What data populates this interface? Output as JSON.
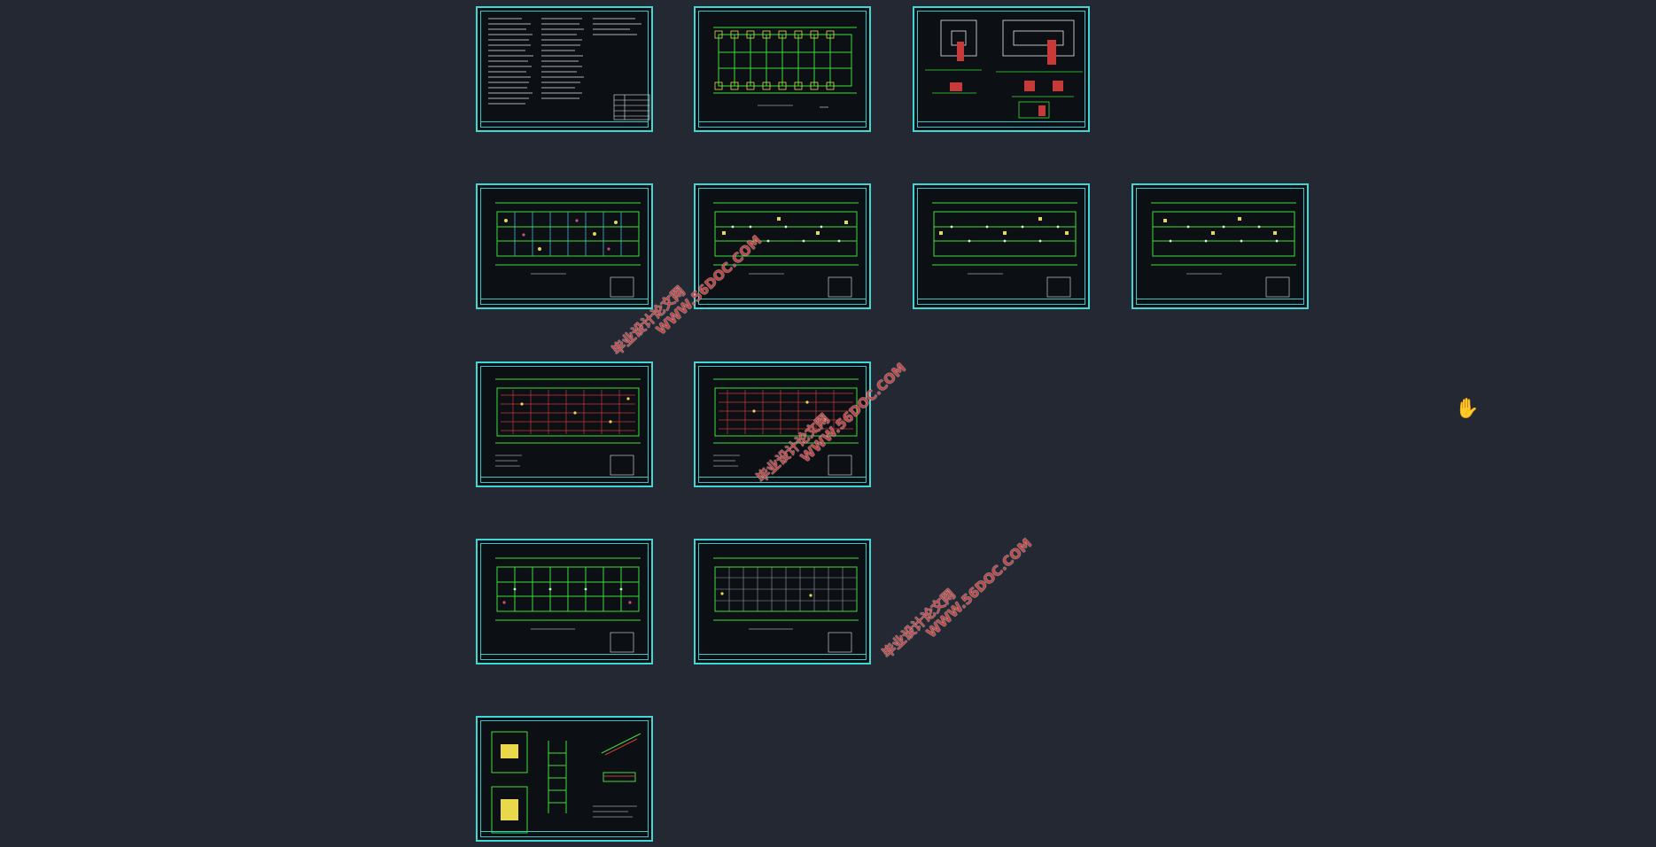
{
  "app": {
    "background_color": "#232832",
    "frame_color": "#3fd6d6",
    "line_color": "#38e038"
  },
  "sheets": [
    {
      "id": "general-notes",
      "kind": "notes"
    },
    {
      "id": "foundation-layout",
      "kind": "foundation"
    },
    {
      "id": "footing-details",
      "kind": "detail"
    },
    {
      "id": "floor-plan-1",
      "kind": "plan"
    },
    {
      "id": "floor-plan-2",
      "kind": "plan"
    },
    {
      "id": "floor-plan-3",
      "kind": "plan"
    },
    {
      "id": "floor-plan-4",
      "kind": "plan"
    },
    {
      "id": "slab-reinforcement-1",
      "kind": "rebar"
    },
    {
      "id": "slab-reinforcement-2",
      "kind": "rebar"
    },
    {
      "id": "beam-layout-1",
      "kind": "beam"
    },
    {
      "id": "roof-layout",
      "kind": "grid"
    },
    {
      "id": "stair-details",
      "kind": "stair"
    }
  ],
  "watermarks": [
    {
      "line1": "毕业设计论文网",
      "line2": "WWW.56DOC.COM"
    },
    {
      "line1": "毕业设计论文网",
      "line2": "WWW.56DOC.COM"
    },
    {
      "line1": "毕业设计论文网",
      "line2": "WWW.56DOC.COM"
    }
  ],
  "cursor": {
    "icon": "hand-pan-icon",
    "glyph": "✋"
  }
}
